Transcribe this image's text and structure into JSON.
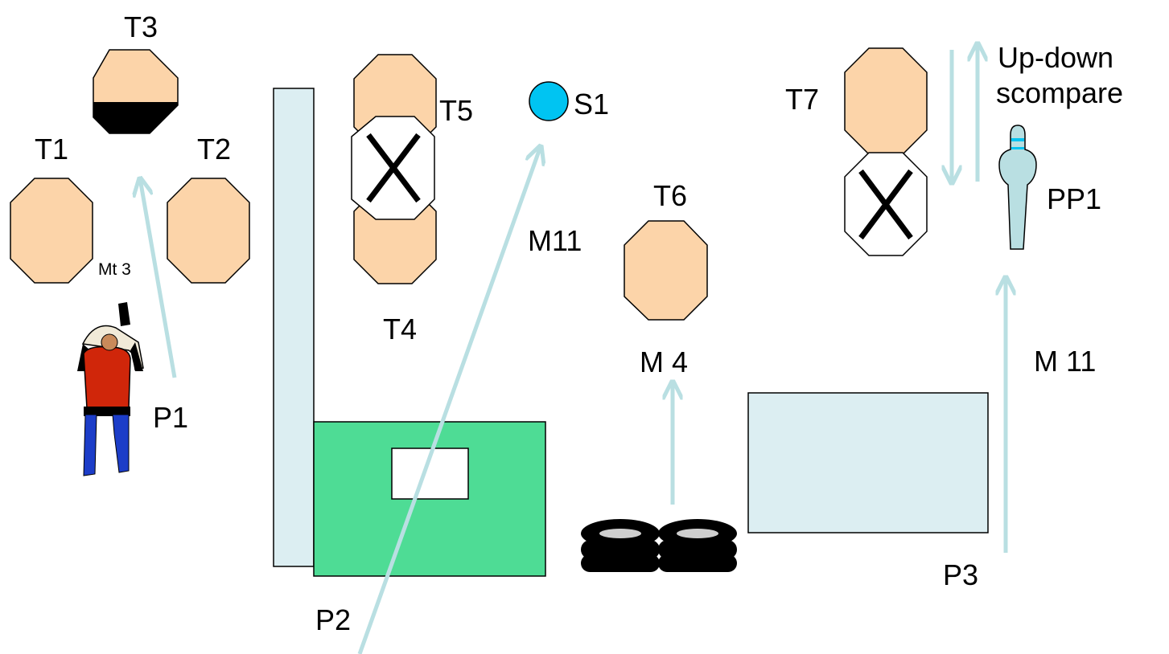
{
  "colors": {
    "target_fill": "#fcd4a9",
    "no_shoot_fill": "#ffffff",
    "outline": "#000000",
    "arrow": "#b9dfe2",
    "wall_fill": "#dceef2",
    "barricade_fill": "#4edc95",
    "steel_fill": "#00c4f2",
    "shirt": "#d0260a",
    "pants": "#1c3dc8",
    "skin": "#c98a5a"
  },
  "icons": {
    "shooter": "person-aiming-icon",
    "tire_stack": "tire-stack-icon",
    "popper": "pepper-popper-icon"
  },
  "labels": {
    "t1": "T1",
    "t2": "T2",
    "t3": "T3",
    "t4": "T4",
    "t5": "T5",
    "t6": "T6",
    "t7": "T7",
    "s1": "S1",
    "pp1": "PP1",
    "p1": "P1",
    "p2": "P2",
    "p3": "P3",
    "mt3": "Mt 3",
    "m11_top": "M11",
    "m4": "M 4",
    "m11_right": "M 11",
    "updown_line1": "Up-down",
    "updown_line2": "scompare",
    "no_shoot_mark": "X"
  }
}
